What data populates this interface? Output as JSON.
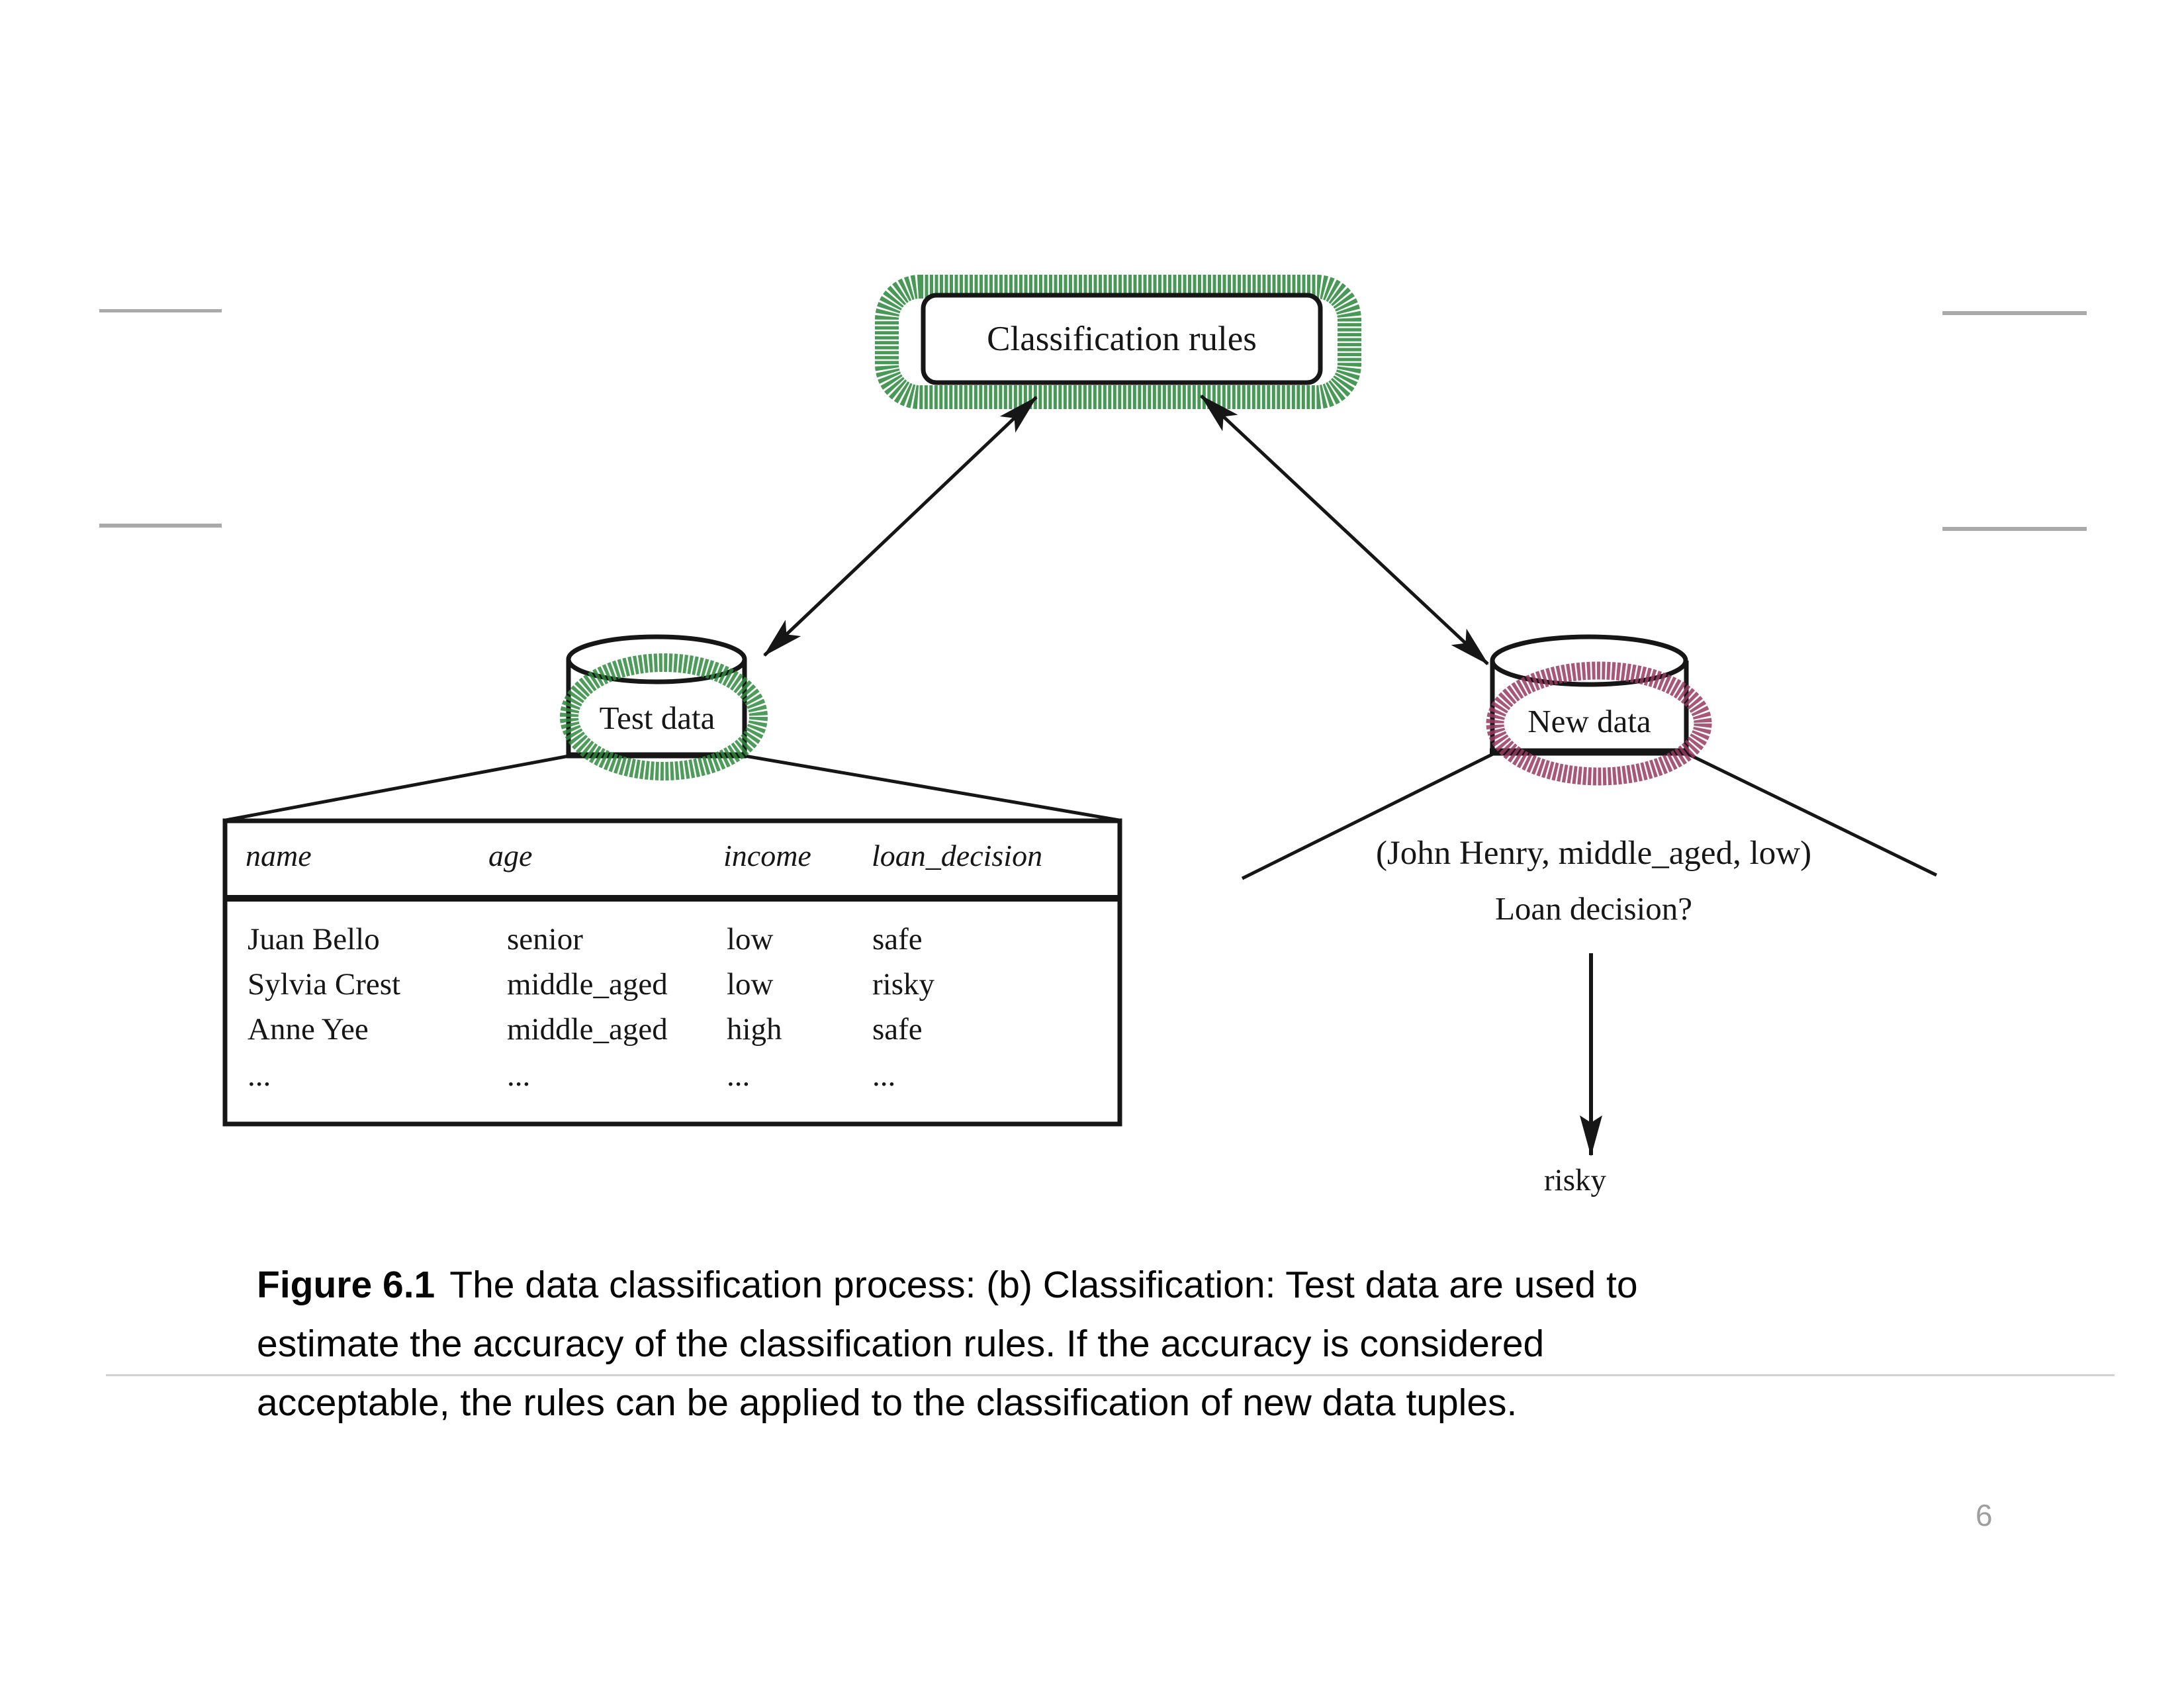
{
  "slide": {
    "page_number": "6",
    "caption": {
      "line1_bold": "Figure 6.1",
      "line1_rest": "The data classification process: (b) Classification: Test data are used to",
      "line2": "estimate the accuracy of the classification rules. If the accuracy is considered",
      "line3": "acceptable, the rules can be applied to the classification of new data tuples."
    }
  },
  "diagram": {
    "classification_rules_label": "Classification rules",
    "test_data_label": "Test data",
    "new_data_label": "New data",
    "new_tuple_text": "(John Henry, middle_aged, low)",
    "loan_decision_text": "Loan decision?",
    "result_text": "risky",
    "table": {
      "headers": [
        "name",
        "age",
        "income",
        "loan_decision"
      ],
      "rows": [
        [
          "Juan Bello",
          "senior",
          "low",
          "safe"
        ],
        [
          "Sylvia Crest",
          "middle_aged",
          "low",
          "risky"
        ],
        [
          "Anne Yee",
          "middle_aged",
          "high",
          "safe"
        ],
        [
          "...",
          "...",
          "...",
          "..."
        ]
      ]
    },
    "colors": {
      "highlight_green": "#2e8b3d",
      "highlight_pink": "#993a62",
      "ink": "#161616",
      "divider_gray": "#a9a9a9",
      "page_number_gray": "#9e9e9e"
    }
  }
}
